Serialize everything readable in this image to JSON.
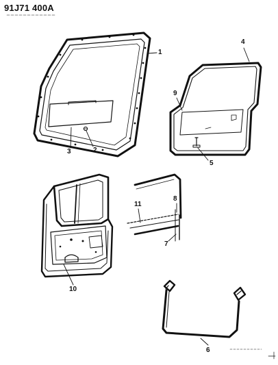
{
  "header": {
    "code": "91J71 400A"
  },
  "callouts": {
    "c1": "1",
    "c2": "2",
    "c3": "3",
    "c4": "4",
    "c5": "5",
    "c6": "6",
    "c7": "7",
    "c8": "8",
    "c9": "9",
    "c10": "10",
    "c11": "11"
  },
  "colors": {
    "ink": "#111111",
    "paper": "#ffffff"
  }
}
